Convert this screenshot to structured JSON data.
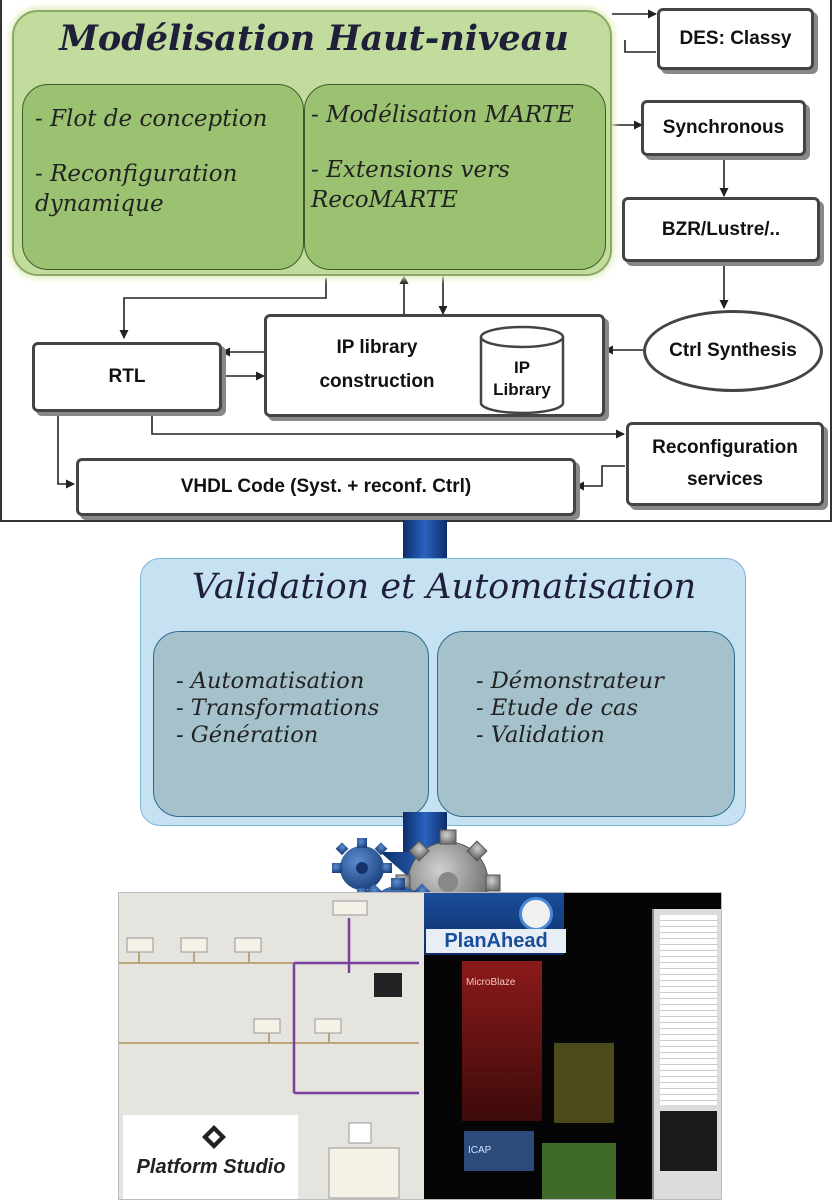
{
  "high_level": {
    "title": "Modélisation Haut-niveau",
    "left_items": [
      "- Flot de conception",
      "- Reconfiguration",
      "dynamique"
    ],
    "right_items": [
      "- Modélisation MARTE",
      "- Extensions vers",
      "RecoMARTE"
    ]
  },
  "flow": {
    "des_classy": "DES: Classy",
    "synchronous": "Synchronous",
    "bzr": "BZR/Lustre/..",
    "ctrl_synthesis": "Ctrl Synthesis",
    "ip_library_construction": [
      "IP library",
      "construction"
    ],
    "ip_library": [
      "IP",
      "Library"
    ],
    "rtl": "RTL",
    "reconfiguration_services": [
      "Reconfiguration",
      "services"
    ],
    "vhdl_code": "VHDL Code (Syst. + reconf. Ctrl)"
  },
  "validation": {
    "title": "Validation et Automatisation",
    "left_items": [
      "- Automatisation",
      "- Transformations",
      "- Génération"
    ],
    "right_items": [
      "- Démonstrateur",
      "- Etude de cas",
      "- Validation"
    ]
  },
  "screenshot": {
    "plan_ahead": "PlanAhead",
    "platform_studio": "Platform Studio",
    "microblaze": "MicroBlaze",
    "icap": "ICAP"
  },
  "colors": {
    "green_panel": "#c1dc9c",
    "green_sub": "#9bc271",
    "blue_panel": "#c6e2f2",
    "blue_sub": "#a5c2cc",
    "arrow_blue": "#1f4e9a"
  }
}
